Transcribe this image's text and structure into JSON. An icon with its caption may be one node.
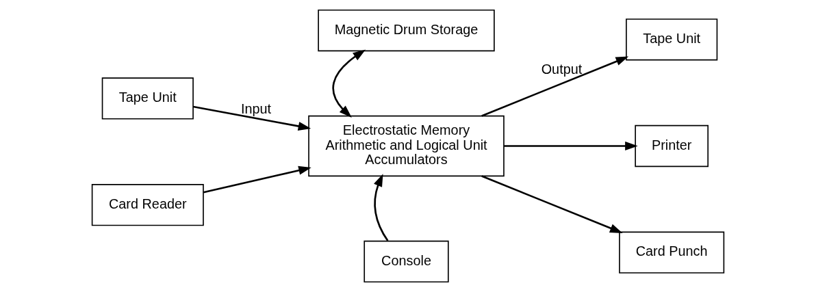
{
  "diagram": {
    "nodes": [
      {
        "text": [
          "Tape Unit"
        ]
      },
      {
        "text": [
          "Card Reader"
        ]
      },
      {
        "text": [
          "Magnetic Drum Storage"
        ]
      },
      {
        "text": [
          "Electrostatic Memory",
          "Arithmetic and Logical Unit",
          "Accumulators"
        ]
      },
      {
        "text": [
          "Console"
        ]
      },
      {
        "text": [
          "Tape Unit"
        ]
      },
      {
        "text": [
          "Printer"
        ]
      },
      {
        "text": [
          "Card Punch"
        ]
      }
    ],
    "edges": [
      {
        "from": 0,
        "to": 3,
        "arrow": "to",
        "label": "Input"
      },
      {
        "from": 1,
        "to": 3,
        "arrow": "to"
      },
      {
        "from": 2,
        "to": 3,
        "arrow": "both"
      },
      {
        "from": 4,
        "to": 3,
        "arrow": "to"
      },
      {
        "from": 3,
        "to": 5,
        "arrow": "to",
        "label": "Output"
      },
      {
        "from": 3,
        "to": 6,
        "arrow": "to"
      },
      {
        "from": 3,
        "to": 7,
        "arrow": "to"
      }
    ]
  }
}
